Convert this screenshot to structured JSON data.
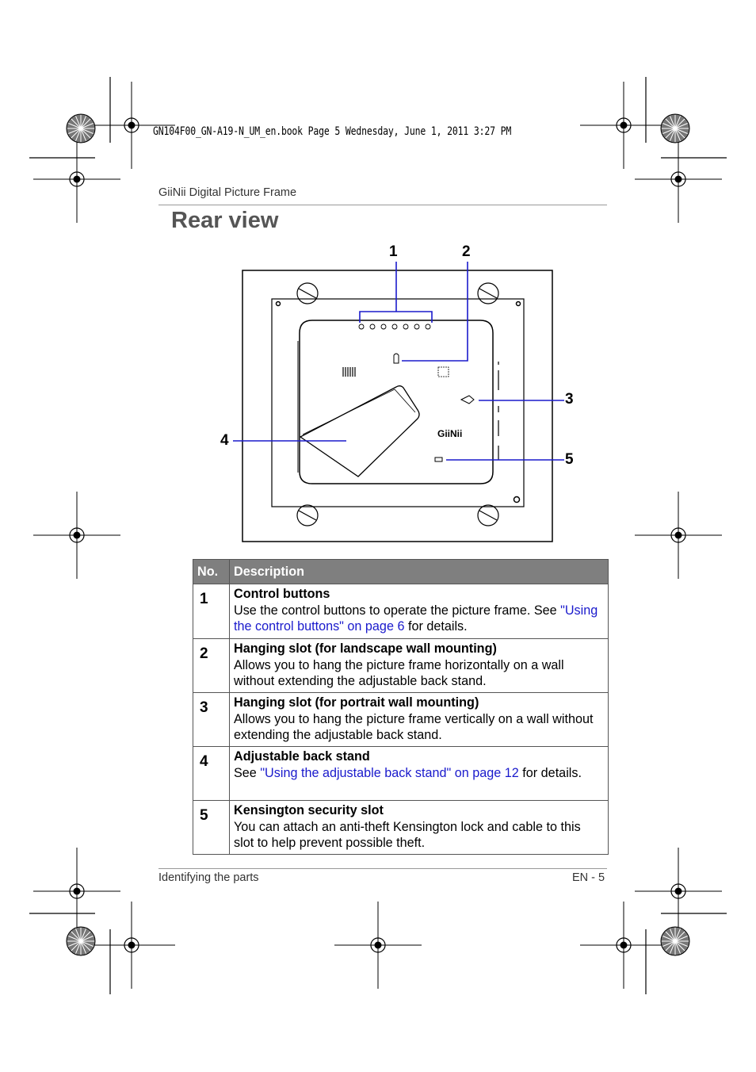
{
  "print_header": "GN104F00_GN-A19-N_UM_en.book  Page 5  Wednesday, June 1, 2011  3:27 PM",
  "running_head": "GiiNii Digital Picture Frame",
  "page_title": "Rear view",
  "figure": {
    "brand_label": "GiiNii",
    "callouts": [
      "1",
      "2",
      "3",
      "4",
      "5"
    ]
  },
  "table": {
    "headers": {
      "no": "No.",
      "description": "Description"
    },
    "rows": [
      {
        "no": "1",
        "heading": "Control buttons",
        "text_before": "Use the control buttons to operate the picture frame. See ",
        "link": "\"Using the control buttons\" on page 6",
        "text_after": " for details."
      },
      {
        "no": "2",
        "heading": "Hanging slot (for landscape wall mounting)",
        "text_before": "Allows you to hang the picture frame horizontally on a wall without extending the adjustable back stand.",
        "link": "",
        "text_after": ""
      },
      {
        "no": "3",
        "heading": "Hanging slot (for portrait wall mounting)",
        "text_before": "Allows you to hang the picture frame vertically on a wall without extending the adjustable back stand.",
        "link": "",
        "text_after": ""
      },
      {
        "no": "4",
        "heading": "Adjustable back stand",
        "text_before": "See ",
        "link": "\"Using the adjustable back stand\" on page 12",
        "text_after": " for details."
      },
      {
        "no": "5",
        "heading": "Kensington security slot",
        "text_before": "You can attach an anti-theft Kensington lock and cable to this slot to help prevent possible theft.",
        "link": "",
        "text_after": ""
      }
    ]
  },
  "footer": {
    "section": "Identifying the parts",
    "page": "EN - 5"
  }
}
